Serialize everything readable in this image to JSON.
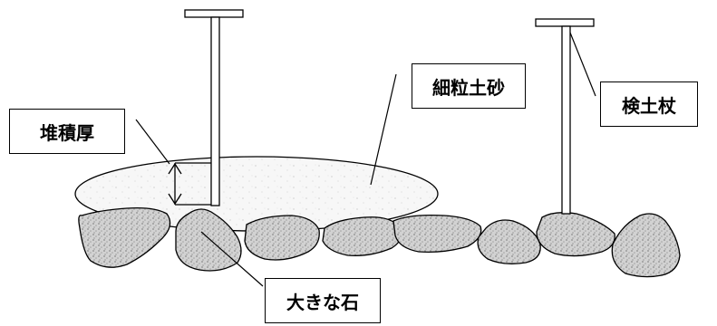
{
  "labels": {
    "fine_sediment": "細粒土砂",
    "probe_rod": "検土杖",
    "deposit_thickness": "堆積厚",
    "large_stone": "大きな石"
  },
  "colors": {
    "line": "#000000",
    "stone_fill": "#cfcfcf",
    "sediment_fill": "#f3f3f3",
    "background": "#ffffff"
  }
}
